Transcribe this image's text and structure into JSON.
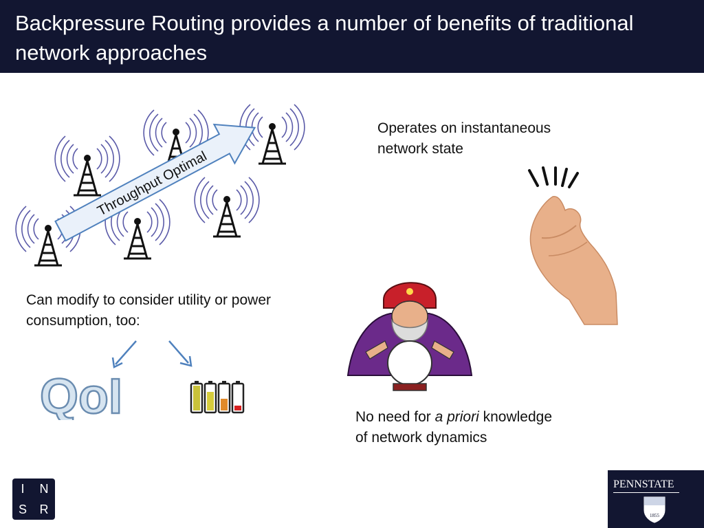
{
  "slide": {
    "title": "Backpressure Routing provides a number of benefits of traditional network approaches",
    "arrow_label": "Throughput Optimal",
    "bullets": {
      "instantaneous": "Operates on instantaneous network state",
      "modify": "Can modify to consider utility or power consumption, too:",
      "priori_before": "No need for ",
      "priori_italic": "a priori",
      "priori_after": " knowledge of network dynamics"
    },
    "qoi_text": "QoI"
  },
  "logos": {
    "insr_letters": [
      "I",
      "N",
      "S",
      "R"
    ],
    "pennstate_word": "PENNSTATE",
    "pennstate_year": "1855"
  },
  "colors": {
    "title_bg": "#121631",
    "wave_blue": "#5a5aa8",
    "arrow_blue": "#4f81bd",
    "qoi_fill": "#d6e4f0"
  },
  "icons": [
    "radio-tower-icon",
    "arrow-icon",
    "hand-snap-icon",
    "fortune-teller-icon",
    "battery-icon",
    "down-arrow-icon"
  ]
}
